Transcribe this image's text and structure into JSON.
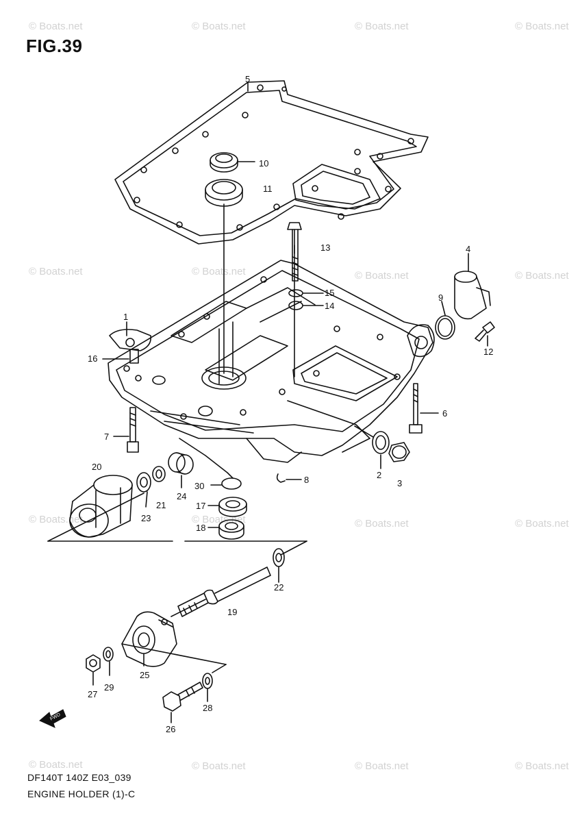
{
  "figure": {
    "title": "FIG.39"
  },
  "footer": {
    "model_line": "DF140T 140Z E03_039",
    "description_line": "ENGINE HOLDER (1)-C"
  },
  "watermark": "© Boats.net",
  "part_labels": [
    "1",
    "2",
    "3",
    "4",
    "5",
    "6",
    "7",
    "8",
    "9",
    "10",
    "11",
    "12",
    "13",
    "14",
    "15",
    "16",
    "17",
    "18",
    "19",
    "20",
    "21",
    "22",
    "23",
    "24",
    "25",
    "26",
    "27",
    "28",
    "29",
    "30"
  ],
  "front_marker": {
    "icon": "fwd-arrow-icon",
    "text": "FWD"
  },
  "colors": {
    "line": "#111111",
    "watermark": "#d2d2d2",
    "background": "#ffffff"
  }
}
